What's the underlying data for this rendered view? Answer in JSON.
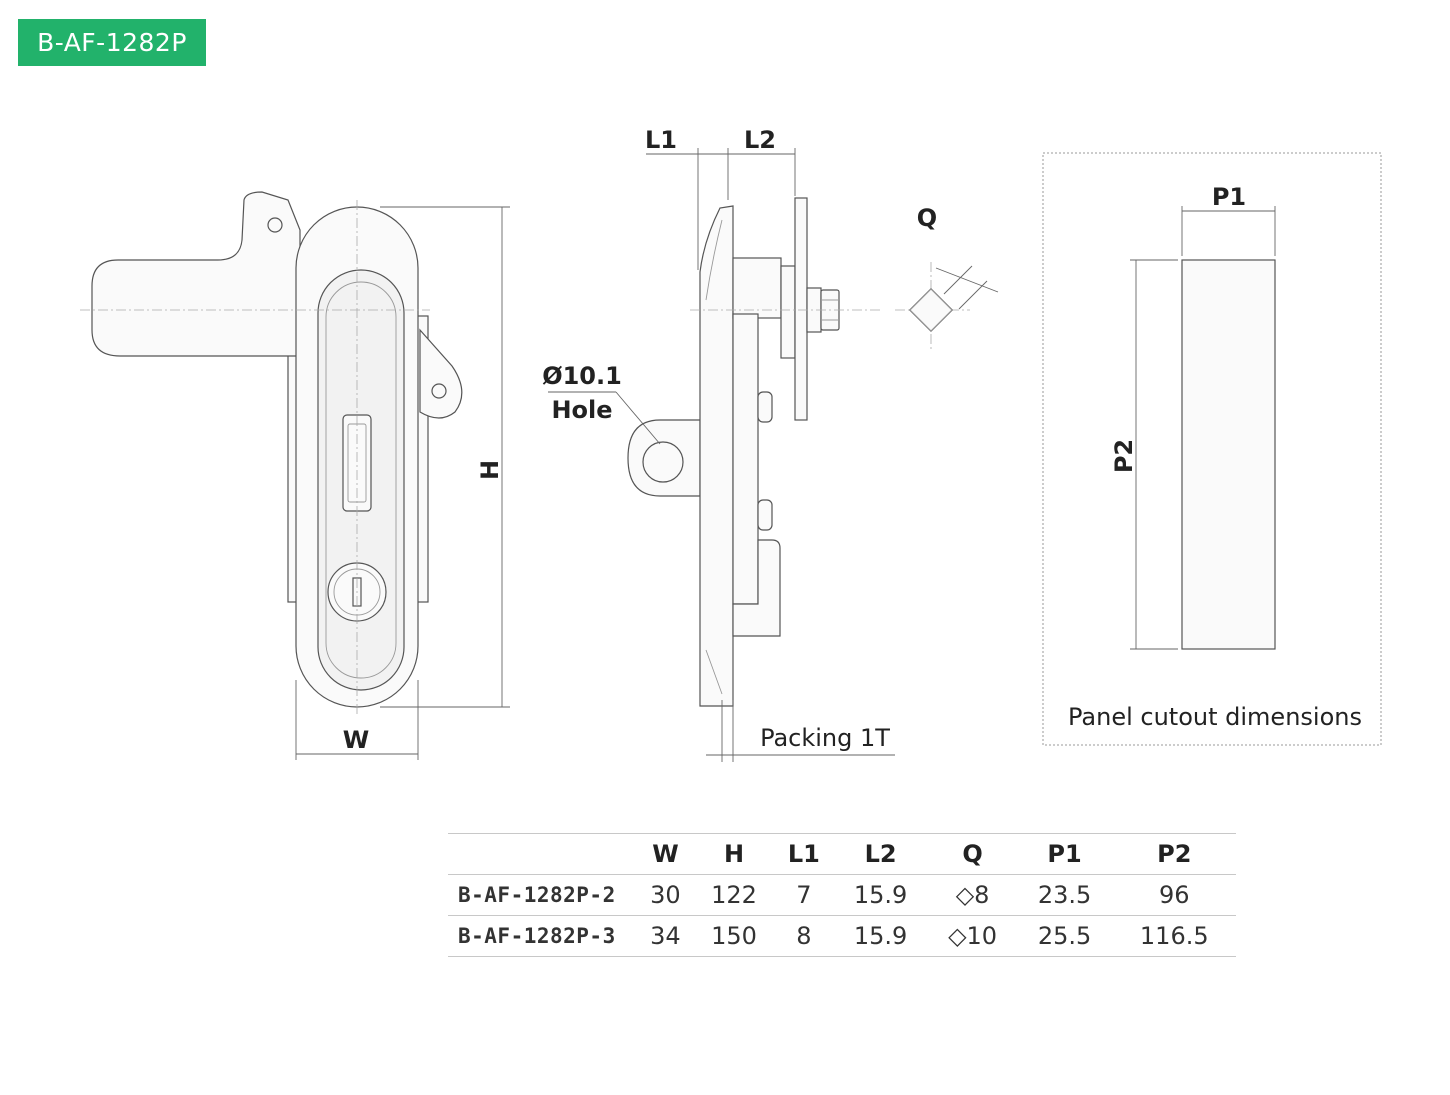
{
  "title": "B-AF-1282P",
  "labels": {
    "w": "W",
    "h": "H",
    "l1": "L1",
    "l2": "L2",
    "q": "Q",
    "hole_line1": "Ø10.1",
    "hole_line2": "Hole",
    "packing": "Packing 1T",
    "p1": "P1",
    "p2": "P2",
    "panel_caption": "Panel cutout dimensions"
  },
  "table": {
    "headers": [
      "",
      "W",
      "H",
      "L1",
      "L2",
      "Q",
      "P1",
      "P2"
    ],
    "rows": [
      [
        "B-AF-1282P-2",
        "30",
        "122",
        "7",
        "15.9",
        "◇8",
        "23.5",
        "96"
      ],
      [
        "B-AF-1282P-3",
        "34",
        "150",
        "8",
        "15.9",
        "◇10",
        "25.5",
        "116.5"
      ]
    ]
  },
  "colors": {
    "badge": "#22b26b"
  }
}
